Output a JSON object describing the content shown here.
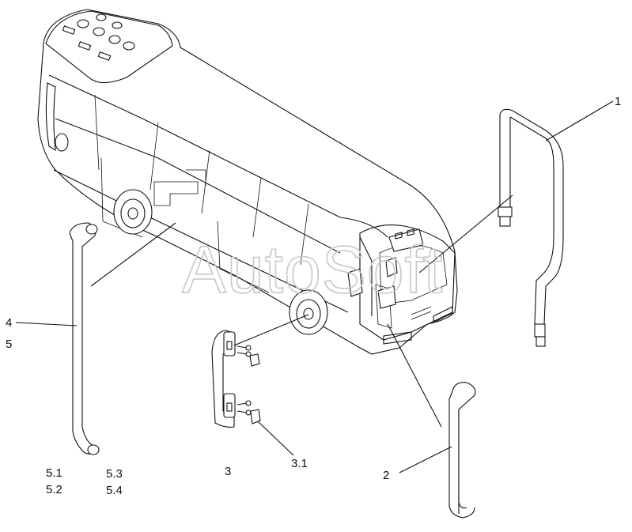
{
  "watermark": "AutoSoft",
  "callouts": {
    "c1": "1",
    "c2": "2",
    "c3": "3",
    "c3_1": "3.1",
    "c4": "4",
    "c5": "5",
    "c5_1": "5.1",
    "c5_2": "5.2",
    "c5_3": "5.3",
    "c5_4": "5.4"
  }
}
